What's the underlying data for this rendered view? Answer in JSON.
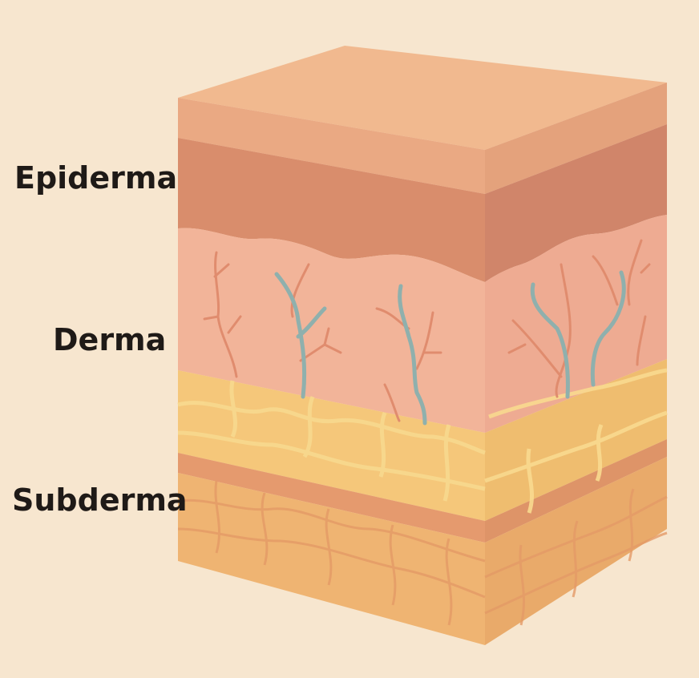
{
  "diagram": {
    "labels": {
      "epidermis": "Epiderma",
      "dermis": "Derma",
      "subdermis": "Subderma"
    },
    "colors": {
      "background": "#f7e6cf",
      "top_face": "#f1b98f",
      "epidermis_light": "#eaa983",
      "epidermis_dark": "#d98d6c",
      "dermis": "#f2b499",
      "fat": "#f5c77a",
      "stripe": "#e59a6e",
      "subdermis": "#efb472",
      "vein": "#8fb0ad",
      "capillary": "#e08c6e"
    }
  }
}
